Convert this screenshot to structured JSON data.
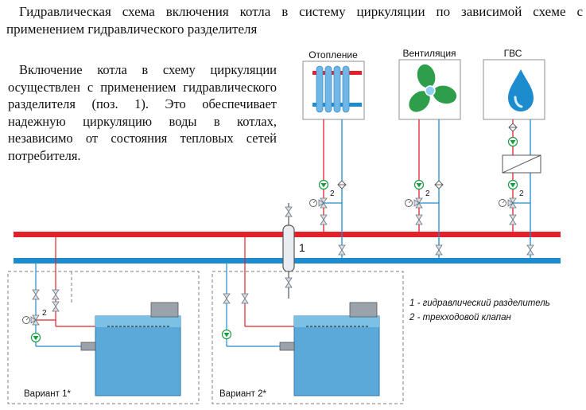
{
  "title": "Гидравлическая схема включения котла в систему циркуляции по зависимой схеме с применением гидравлического разделителя",
  "intro_text": "Включение котла в схему циркуляции осуществлен с применением гидравлического разделителя (поз. 1). Это обеспечивает надежную циркуляцию воды в котлах, независимо от состояния тепловых сетей потребителя.",
  "consumers": {
    "heating": "Отопление",
    "ventilation": "Вентиляция",
    "dhw": "ГВС"
  },
  "position_labels": {
    "separator": "1",
    "valve_heating": "2",
    "valve_ventilation": "2",
    "valve_dhw": "2",
    "valve_variant1": "2"
  },
  "legend": {
    "item1": "1 - гидравлический разделитель",
    "item2": "2 - трехходовой клапан"
  },
  "variants": {
    "variant1": "Вариант 1*",
    "variant2": "Вариант 2*"
  },
  "colors": {
    "supply": "#e3212b",
    "return": "#1d8ccf",
    "pump": "#1c9a44",
    "boiler": "#5aa9d9",
    "fan": "#2e9e4a"
  }
}
